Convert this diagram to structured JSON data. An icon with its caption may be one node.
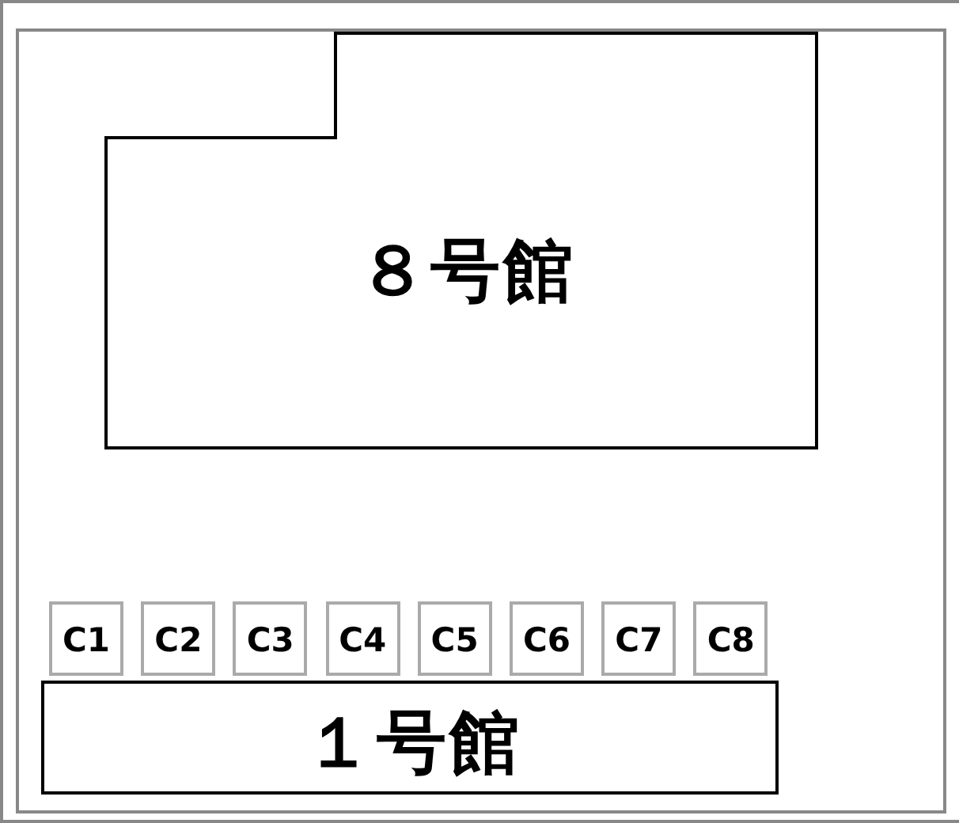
{
  "diagram": {
    "nodes": [
      {
        "text": [],
        "shape": "box"
      },
      {
        "text": [
          "８号館"
        ],
        "in": 0
      },
      {
        "text": [
          "C1"
        ],
        "in": 0
      },
      {
        "text": [
          "C2"
        ],
        "in": 0
      },
      {
        "text": [
          "C3"
        ],
        "in": 0
      },
      {
        "text": [
          "C4"
        ],
        "in": 0
      },
      {
        "text": [
          "C5"
        ],
        "in": 0
      },
      {
        "text": [
          "C6"
        ],
        "in": 0
      },
      {
        "text": [
          "C7"
        ],
        "in": 0
      },
      {
        "text": [
          "C8"
        ],
        "in": 0
      },
      {
        "text": [
          "１号館"
        ],
        "in": 0
      }
    ]
  }
}
